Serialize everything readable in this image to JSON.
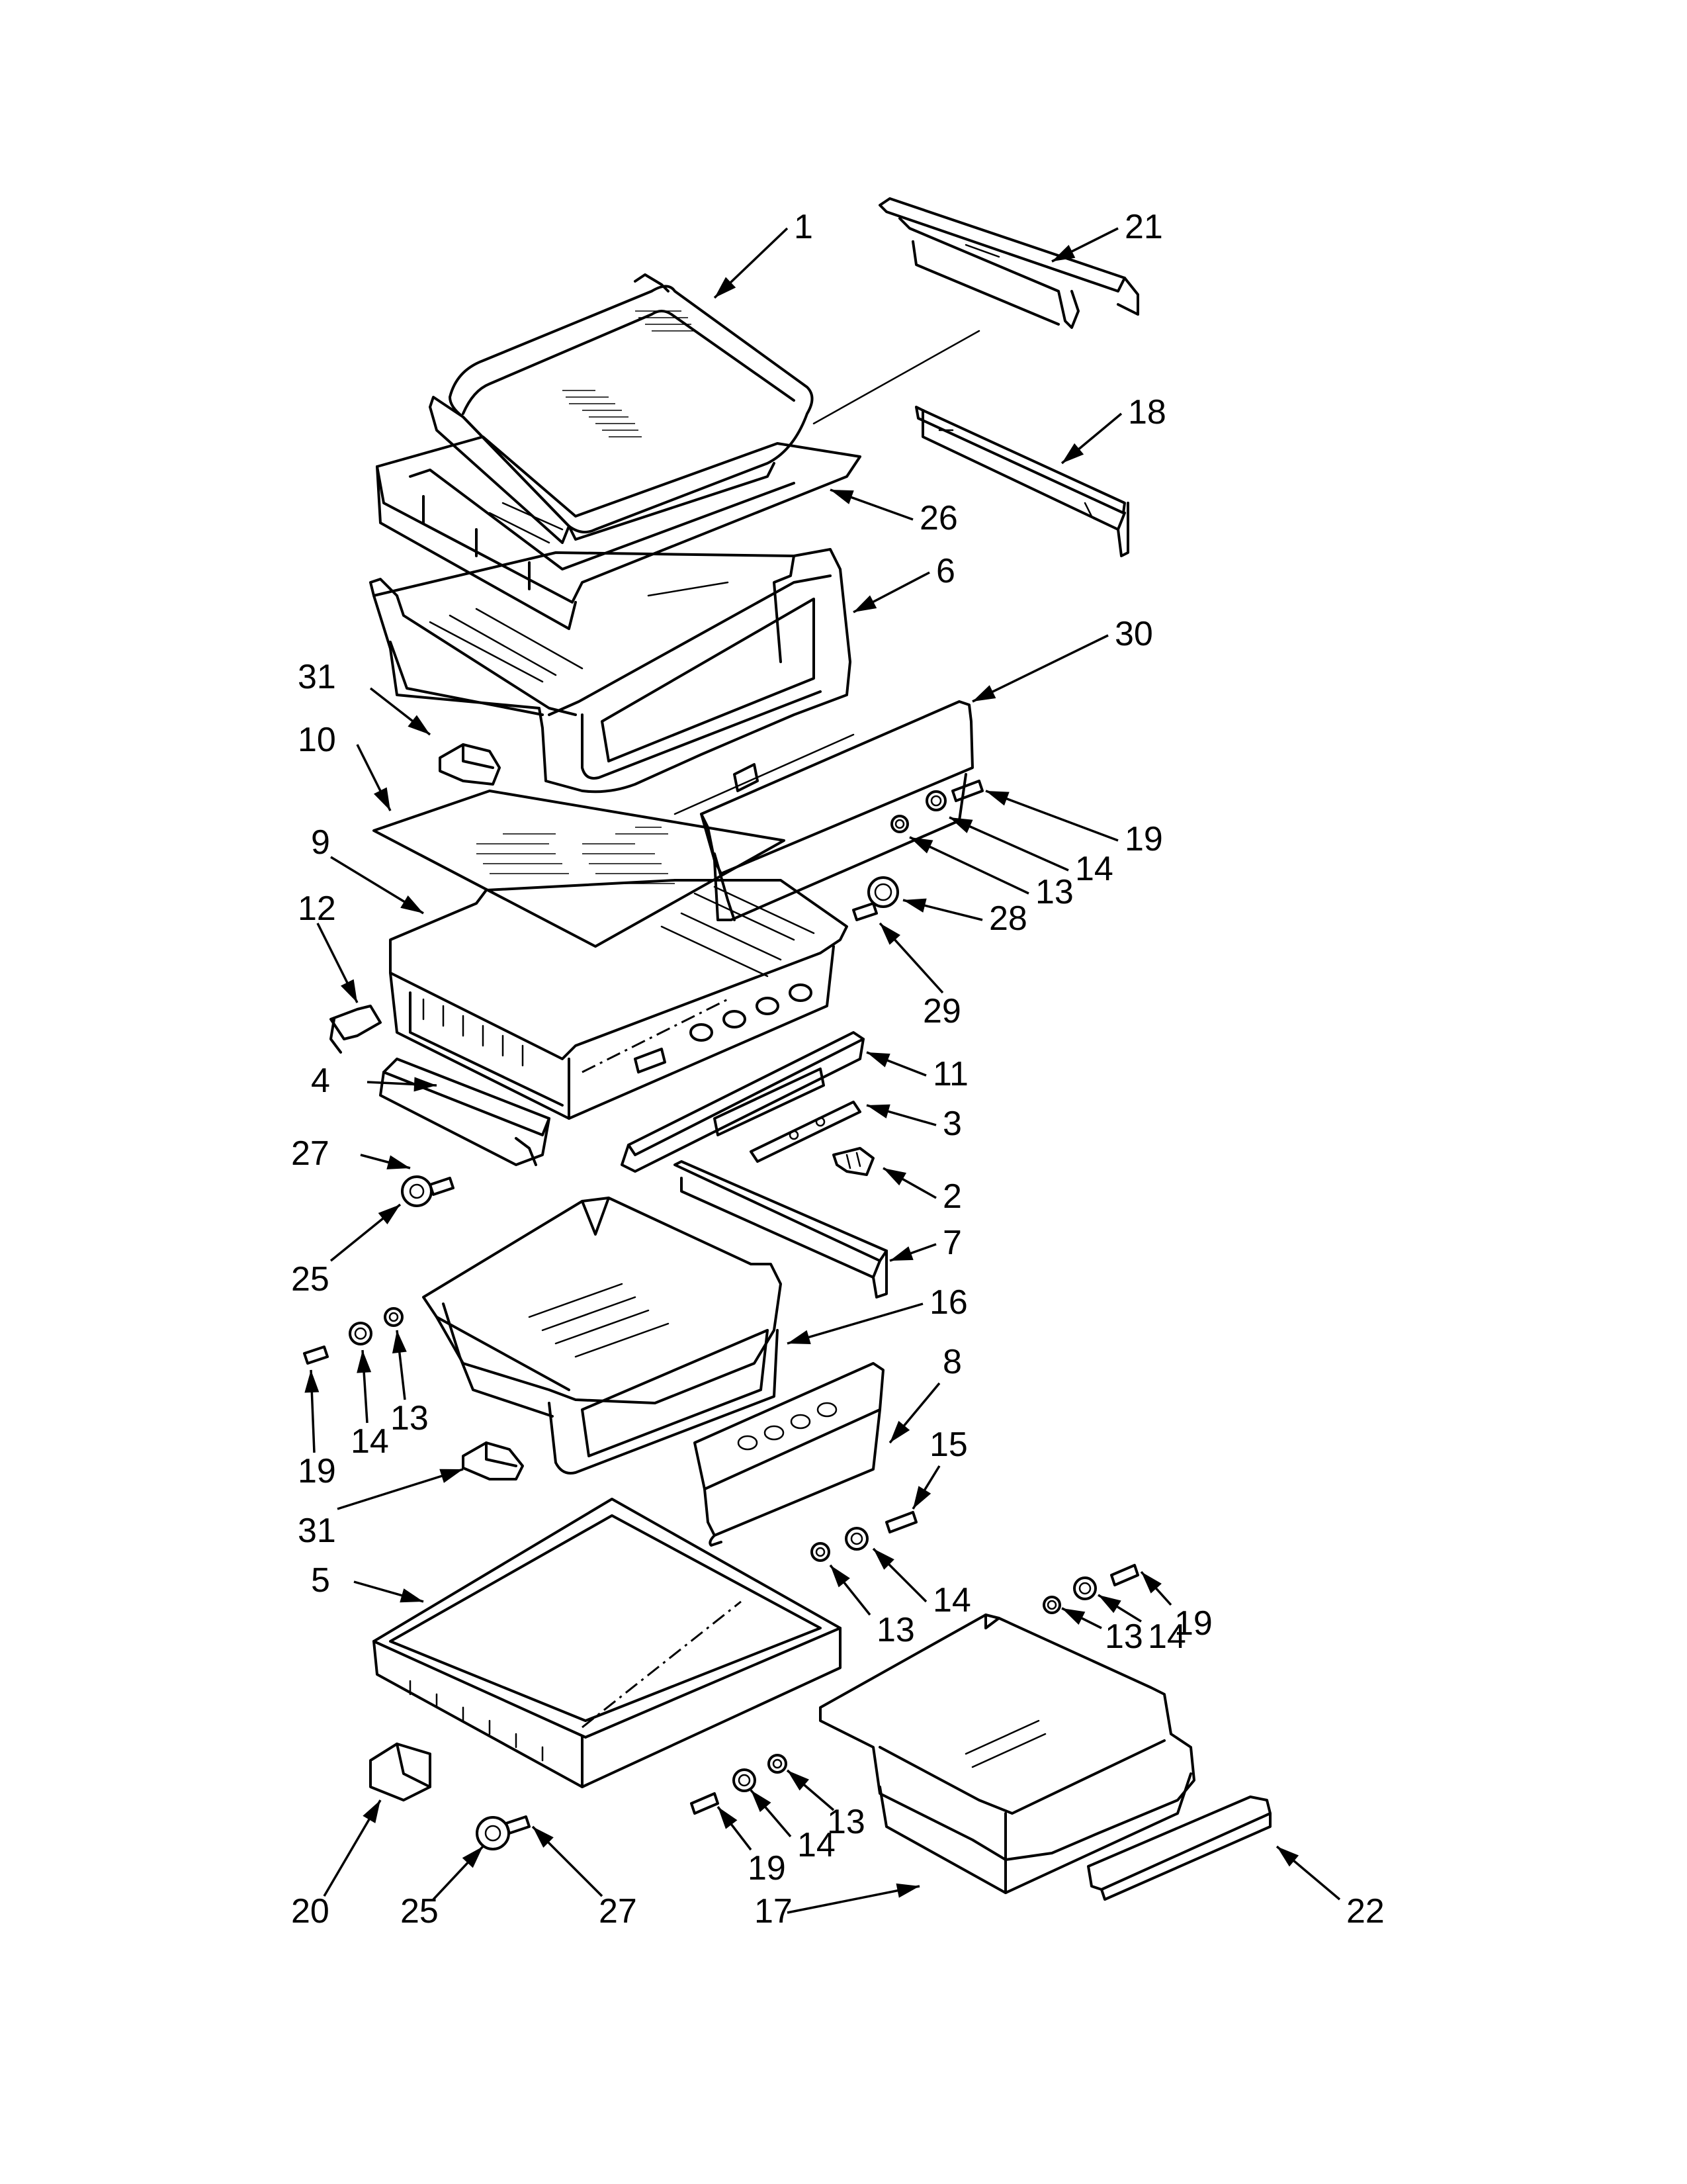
{
  "callouts": [
    {
      "id": "1",
      "label": "1"
    },
    {
      "id": "2",
      "label": "2"
    },
    {
      "id": "3",
      "label": "3"
    },
    {
      "id": "4",
      "label": "4"
    },
    {
      "id": "5",
      "label": "5"
    },
    {
      "id": "6",
      "label": "6"
    },
    {
      "id": "7",
      "label": "7"
    },
    {
      "id": "8",
      "label": "8"
    },
    {
      "id": "9",
      "label": "9"
    },
    {
      "id": "10",
      "label": "10"
    },
    {
      "id": "11",
      "label": "11"
    },
    {
      "id": "12",
      "label": "12"
    },
    {
      "id": "13a",
      "label": "13"
    },
    {
      "id": "13b",
      "label": "13"
    },
    {
      "id": "13c",
      "label": "13"
    },
    {
      "id": "13d",
      "label": "13"
    },
    {
      "id": "13e",
      "label": "13"
    },
    {
      "id": "14a",
      "label": "14"
    },
    {
      "id": "14b",
      "label": "14"
    },
    {
      "id": "14c",
      "label": "14"
    },
    {
      "id": "14d",
      "label": "14"
    },
    {
      "id": "14e",
      "label": "14"
    },
    {
      "id": "15",
      "label": "15"
    },
    {
      "id": "16",
      "label": "16"
    },
    {
      "id": "17",
      "label": "17"
    },
    {
      "id": "18",
      "label": "18"
    },
    {
      "id": "19a",
      "label": "19"
    },
    {
      "id": "19b",
      "label": "19"
    },
    {
      "id": "19c",
      "label": "19"
    },
    {
      "id": "19d",
      "label": "19"
    },
    {
      "id": "20",
      "label": "20"
    },
    {
      "id": "21",
      "label": "21"
    },
    {
      "id": "22",
      "label": "22"
    },
    {
      "id": "25a",
      "label": "25"
    },
    {
      "id": "25b",
      "label": "25"
    },
    {
      "id": "26",
      "label": "26"
    },
    {
      "id": "27a",
      "label": "27"
    },
    {
      "id": "27b",
      "label": "27"
    },
    {
      "id": "28",
      "label": "28"
    },
    {
      "id": "29",
      "label": "29"
    },
    {
      "id": "30",
      "label": "30"
    },
    {
      "id": "31a",
      "label": "31"
    },
    {
      "id": "31b",
      "label": "31"
    }
  ]
}
